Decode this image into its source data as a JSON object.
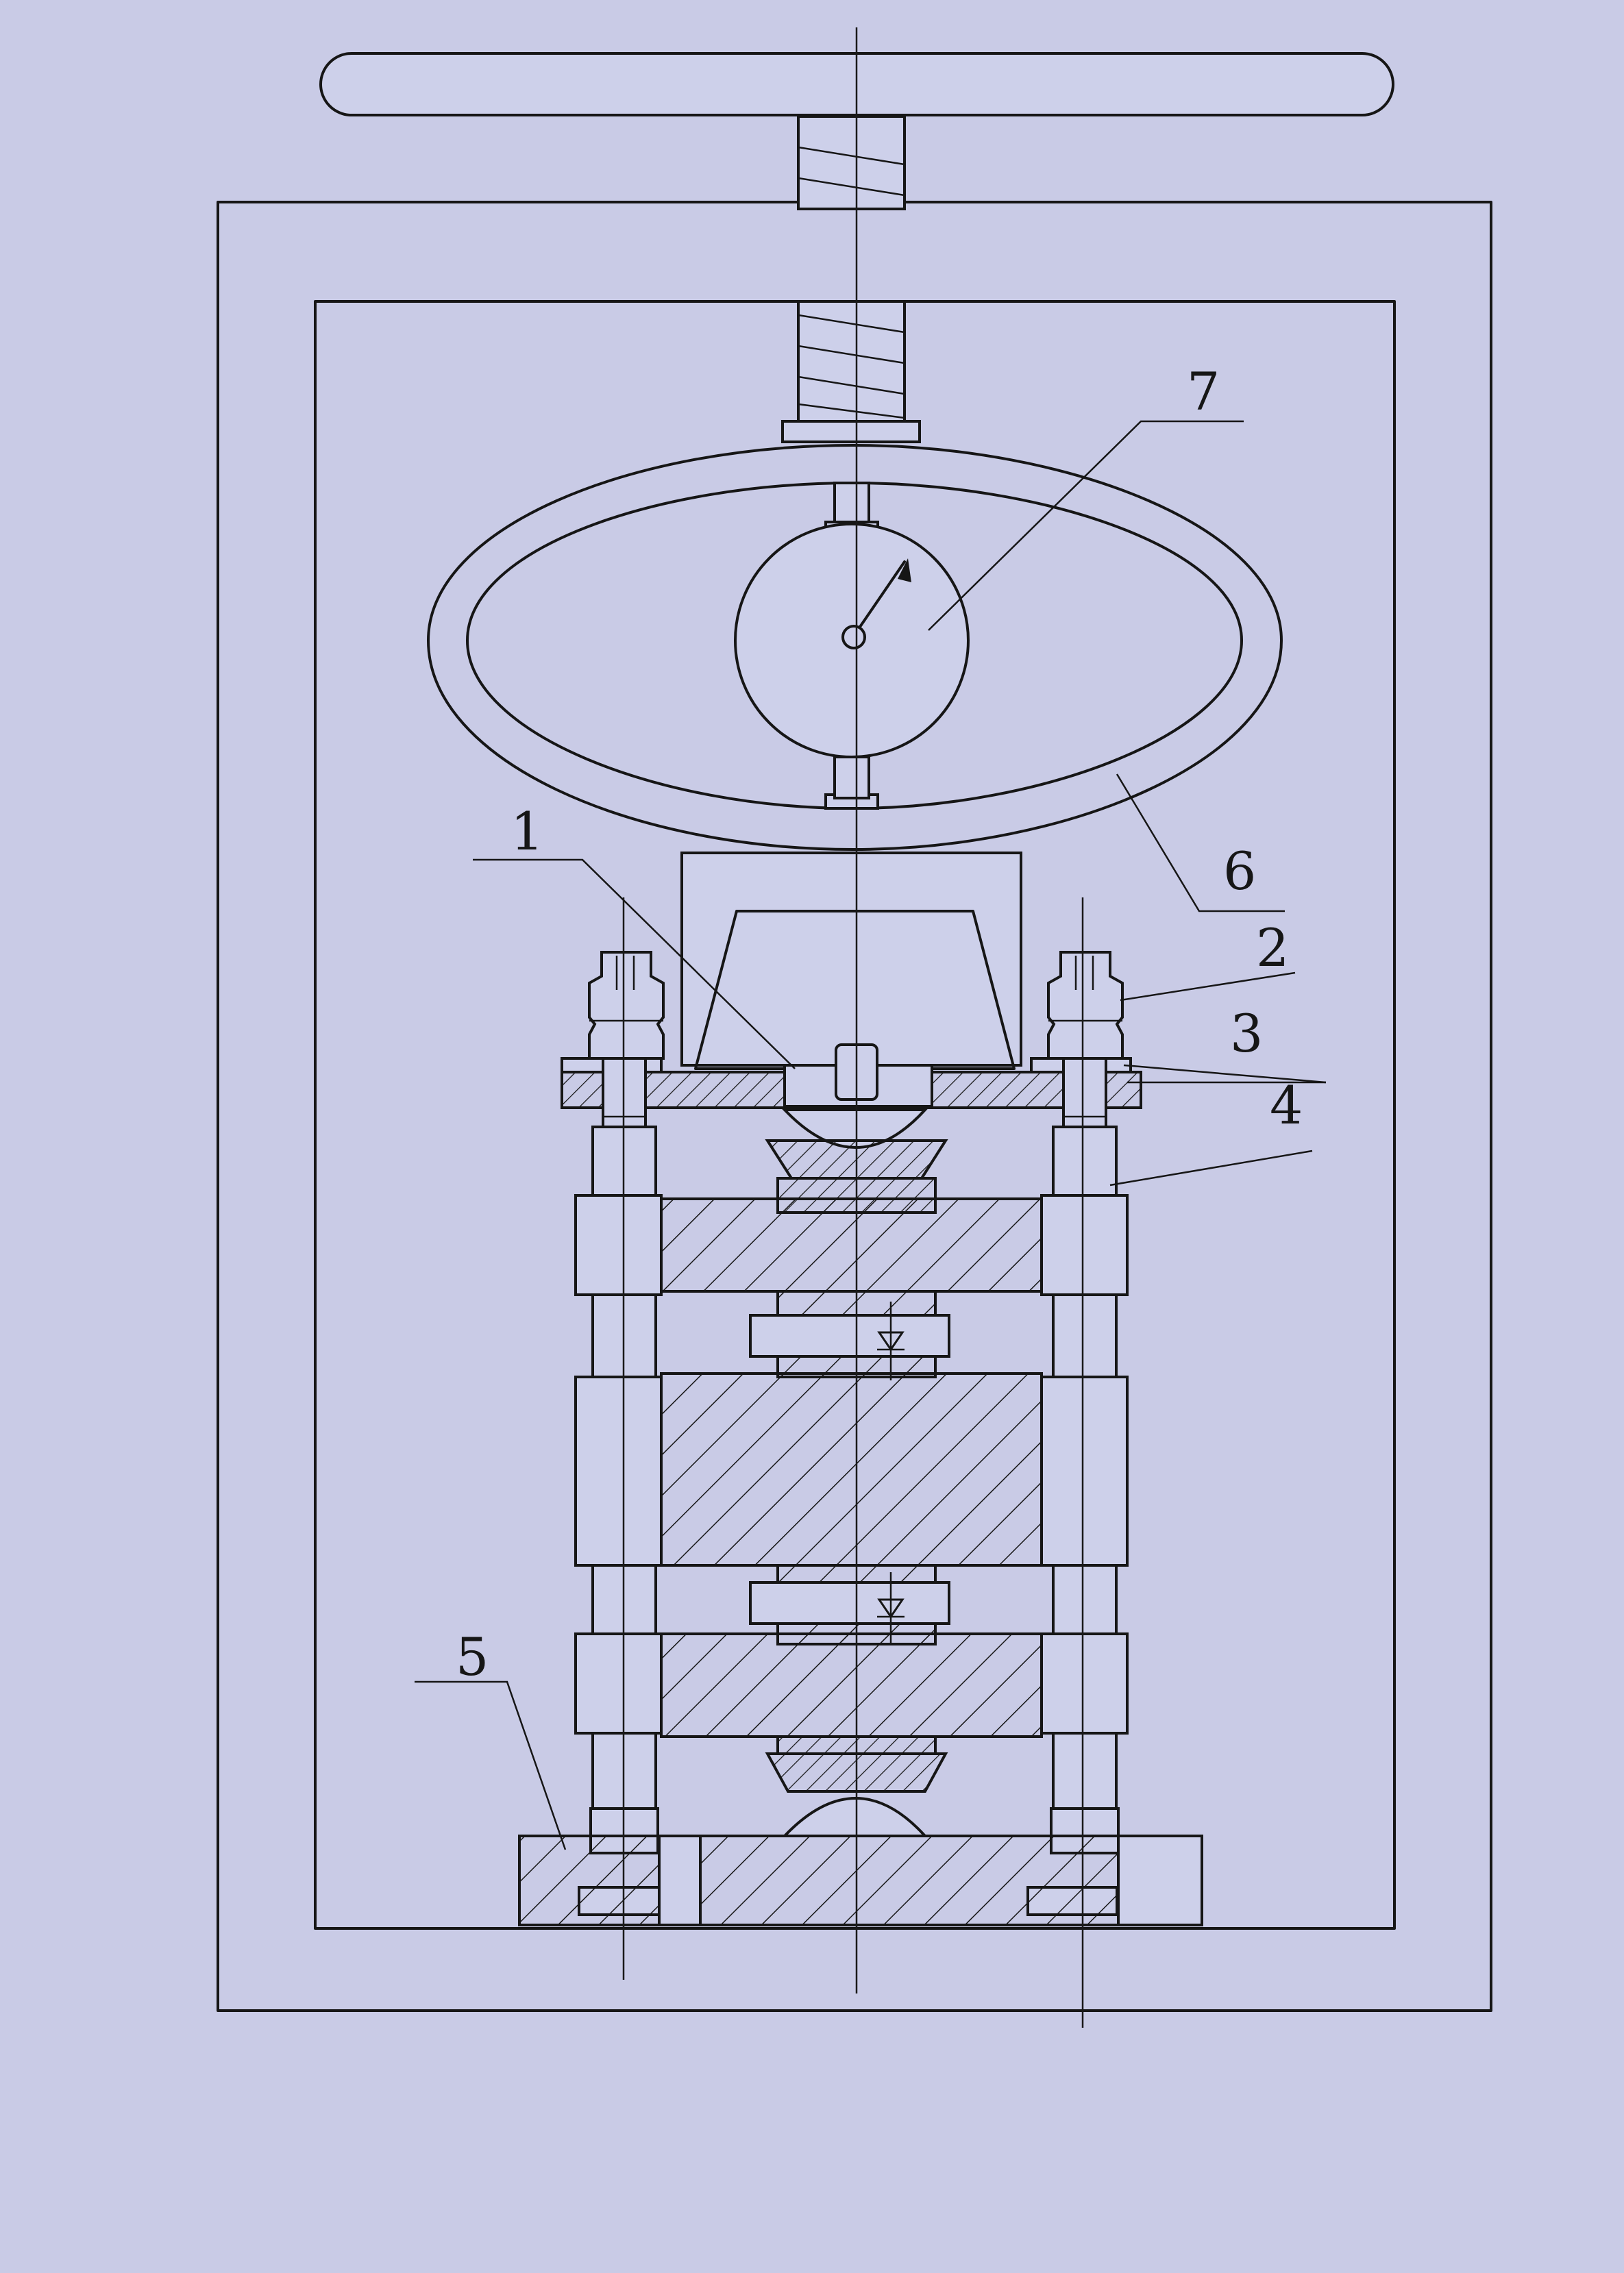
{
  "diagram": {
    "callouts": [
      {
        "id": "1",
        "label": "1"
      },
      {
        "id": "2",
        "label": "2"
      },
      {
        "id": "3",
        "label": "3"
      },
      {
        "id": "4",
        "label": "4"
      },
      {
        "id": "5",
        "label": "5"
      },
      {
        "id": "6",
        "label": "6"
      },
      {
        "id": "7",
        "label": "7"
      }
    ],
    "colors": {
      "paper": "#c9cbe6",
      "ink": "#161616"
    }
  }
}
